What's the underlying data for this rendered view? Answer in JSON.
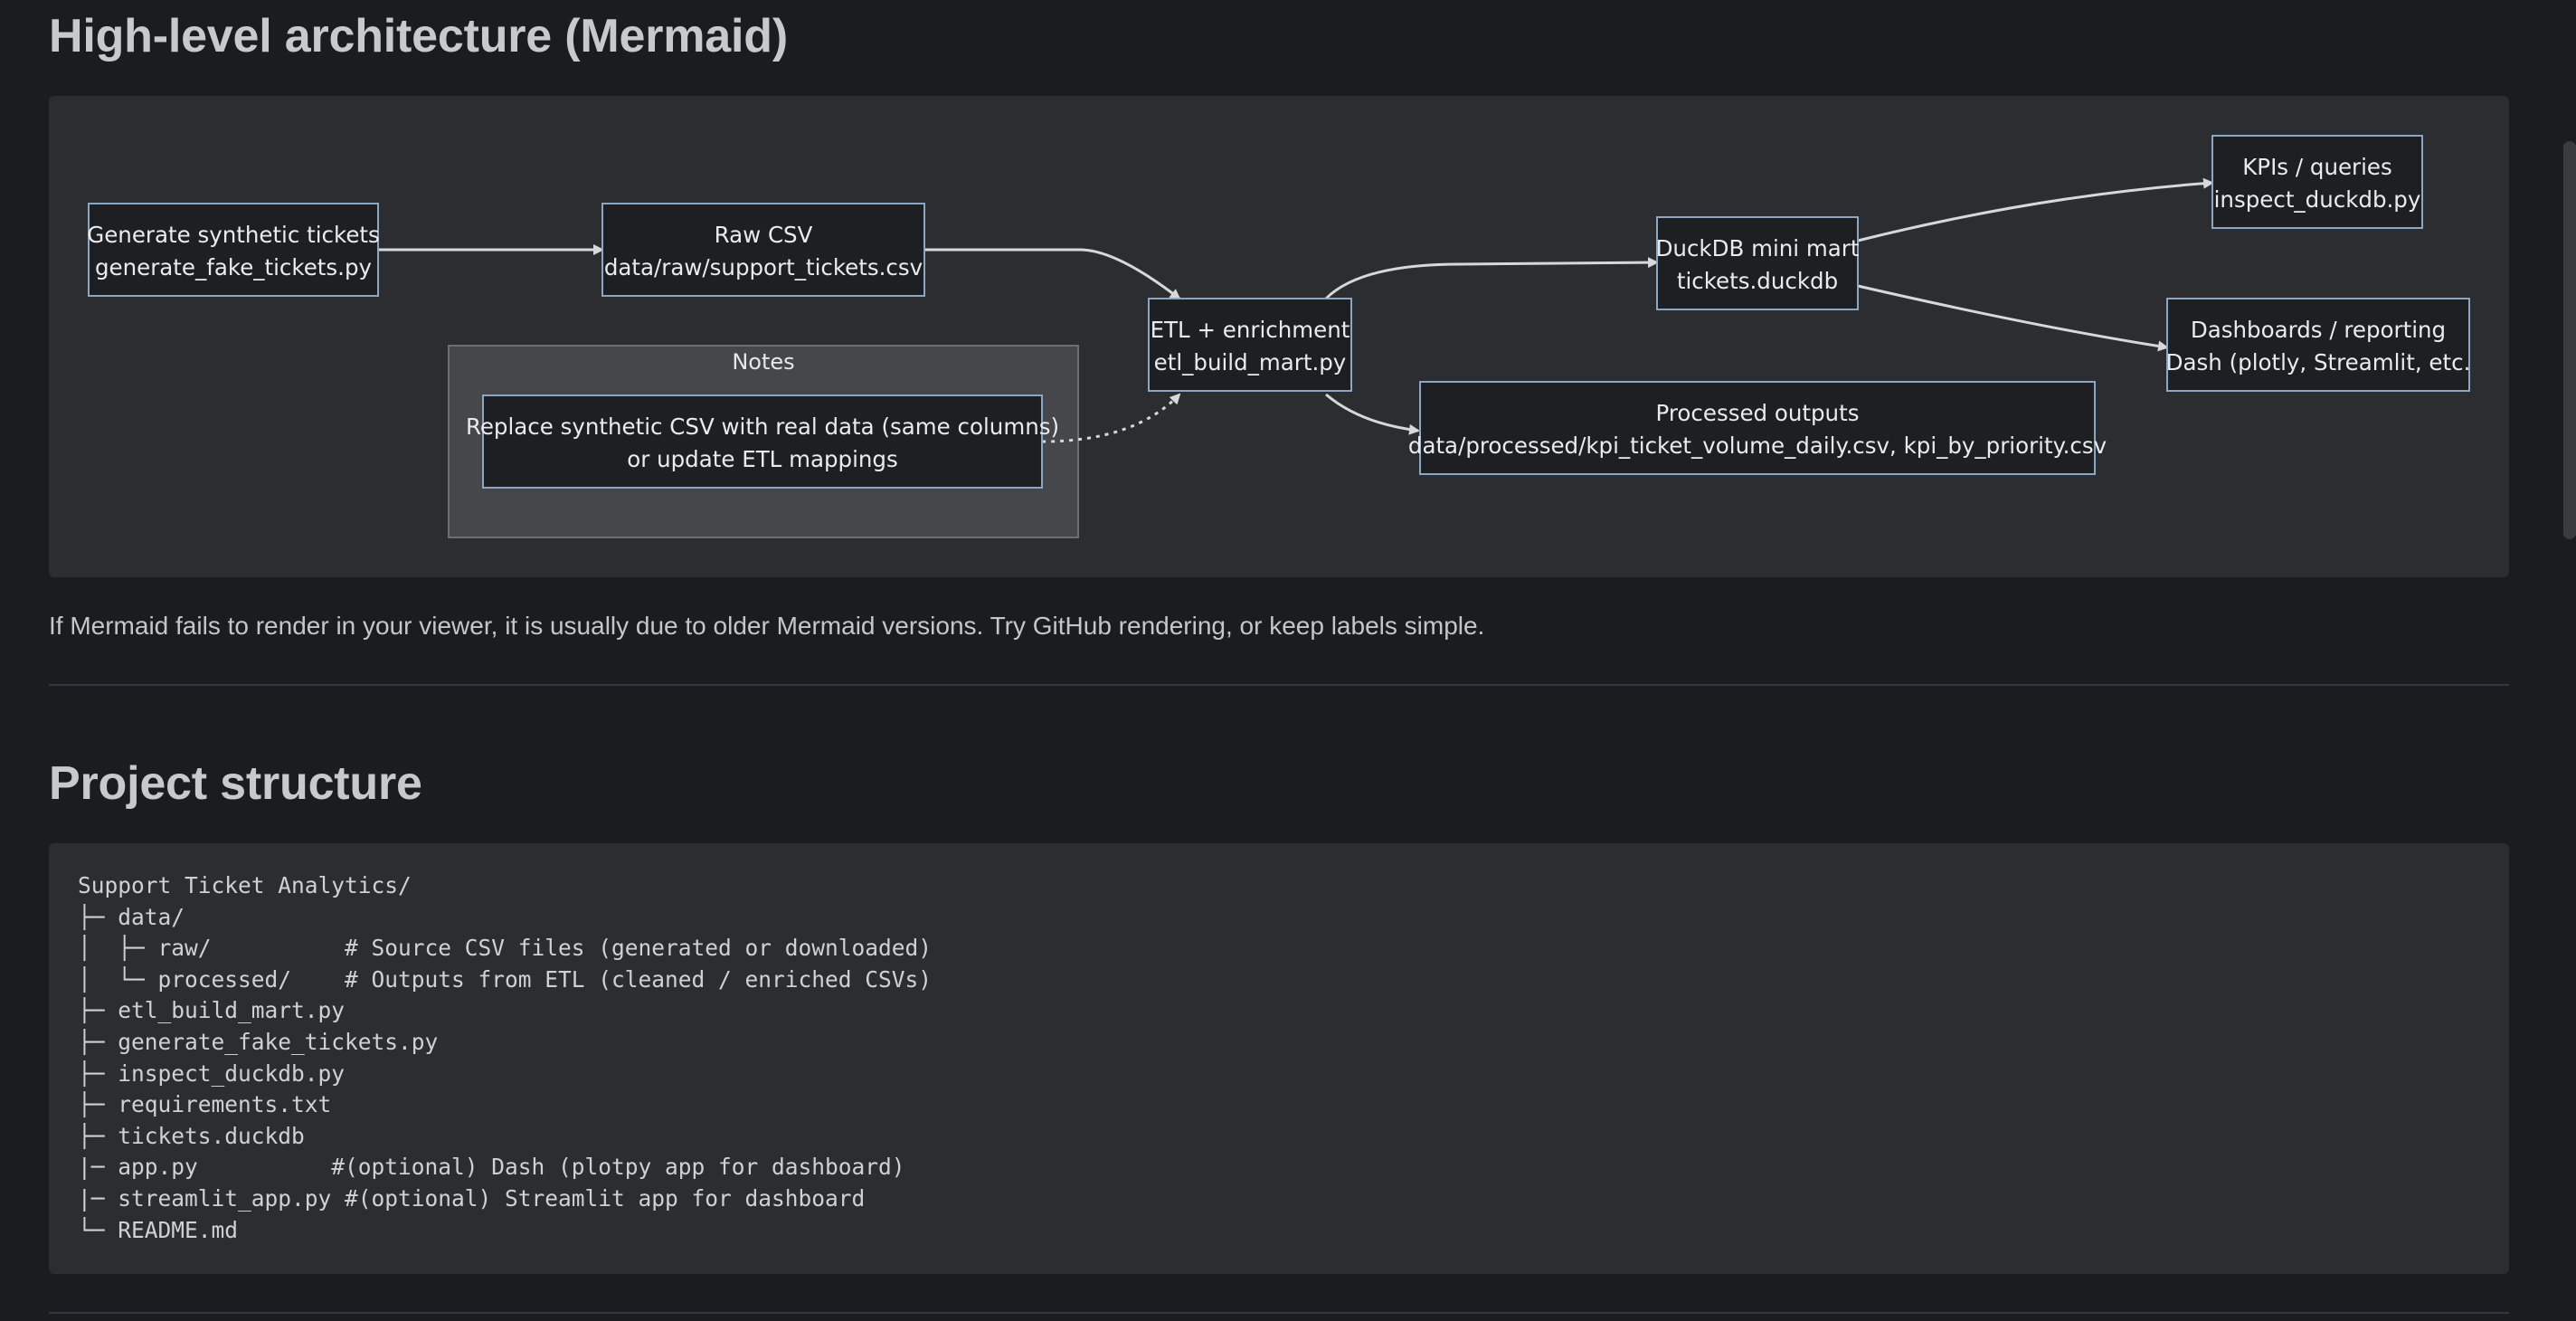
{
  "headings": {
    "architecture": "High-level architecture (Mermaid)",
    "project_structure": "Project structure"
  },
  "diagram": {
    "nodes": {
      "gen": {
        "line1": "Generate synthetic tickets",
        "line2": "generate_fake_tickets.py"
      },
      "raw": {
        "line1": "Raw CSV",
        "line2": "data/raw/support_tickets.csv"
      },
      "etl": {
        "line1": "ETL + enrichment",
        "line2": "etl_build_mart.py"
      },
      "duck": {
        "line1": "DuckDB mini mart",
        "line2": "tickets.duckdb"
      },
      "kpi": {
        "line1": "KPIs / queries",
        "line2": "inspect_duckdb.py"
      },
      "dash": {
        "line1": "Dashboards / reporting",
        "line2": "Dash (plotly, Streamlit, etc."
      },
      "proc": {
        "line1": "Processed outputs",
        "line2": "data/processed/kpi_ticket_volume_daily.csv, kpi_by_priority.csv"
      },
      "replace": {
        "line1": "Replace synthetic CSV with real data (same columns)",
        "line2": "or update ETL mappings"
      }
    },
    "notes_label": "Notes"
  },
  "mermaid_note": "If Mermaid fails to render in your viewer, it is usually due to older Mermaid versions. Try GitHub rendering, or keep labels simple.",
  "code_lines": [
    "Support Ticket Analytics/",
    "├─ data/",
    "│  ├─ raw/          # Source CSV files (generated or downloaded)",
    "│  └─ processed/    # Outputs from ETL (cleaned / enriched CSVs)",
    "├─ etl_build_mart.py",
    "├─ generate_fake_tickets.py",
    "├─ inspect_duckdb.py",
    "├─ requirements.txt",
    "├─ tickets.duckdb",
    "|─ app.py          #(optional) Dash (plotpy app for dashboard)",
    "|─ streamlit_app.py #(optional) Streamlit app for dashboard",
    "└─ README.md"
  ]
}
